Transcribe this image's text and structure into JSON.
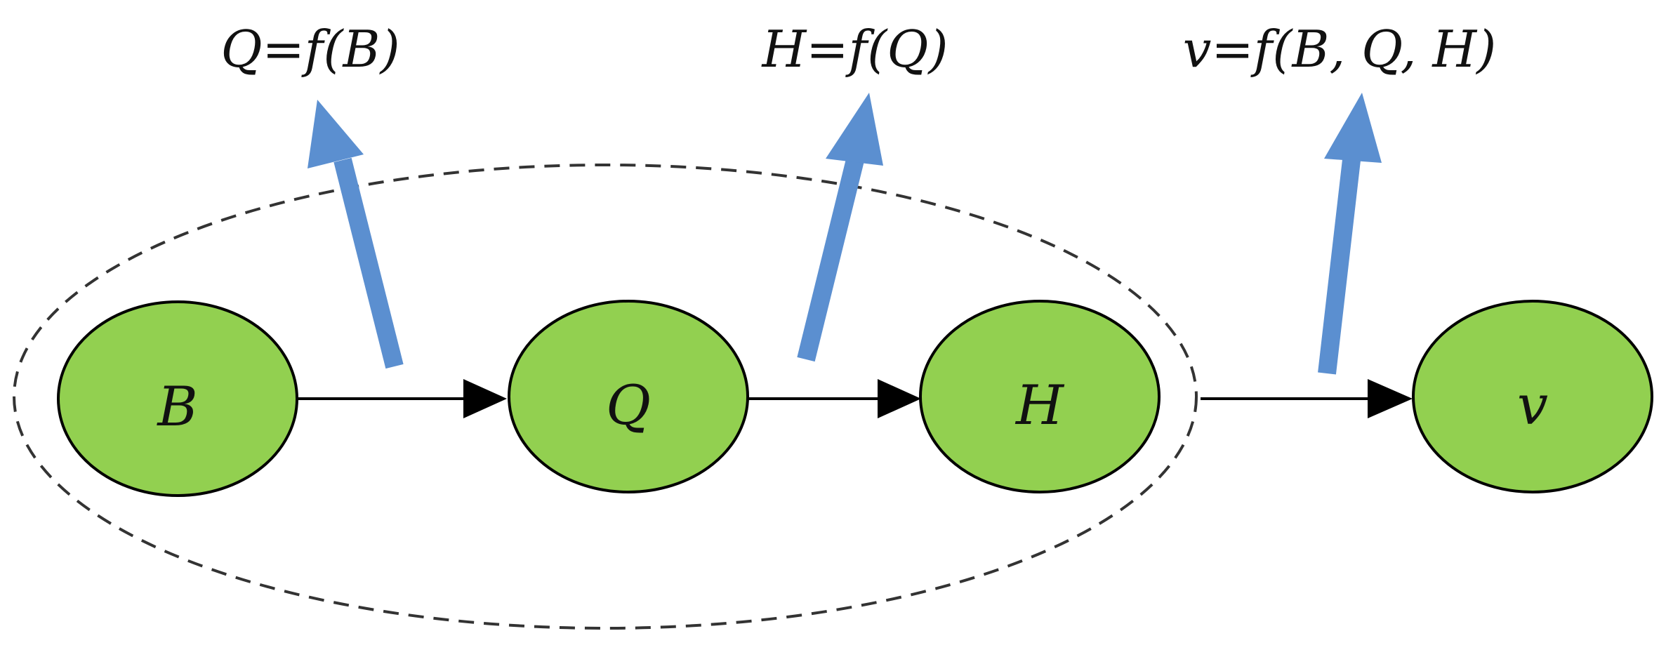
{
  "nodes": [
    {
      "id": "B",
      "label": "B"
    },
    {
      "id": "Q",
      "label": "Q"
    },
    {
      "id": "H",
      "label": "H"
    },
    {
      "id": "v",
      "label": "v"
    }
  ],
  "edges": [
    {
      "from": "B",
      "to": "Q"
    },
    {
      "from": "Q",
      "to": "H"
    },
    {
      "from": "H",
      "to": "v"
    }
  ],
  "formulas": [
    {
      "id": "q-of-b",
      "text": "Q=f(B)"
    },
    {
      "id": "h-of-q",
      "text": "H=f(Q)"
    },
    {
      "id": "v-of-bqh",
      "text": "v=f(B, Q, H)"
    }
  ],
  "group": {
    "members": [
      "B",
      "Q",
      "H"
    ],
    "style": "dashed"
  },
  "colors": {
    "node_fill": "#92d050",
    "node_stroke": "#000000",
    "arrow_blue": "#5b8fd0",
    "edge": "#000000"
  }
}
